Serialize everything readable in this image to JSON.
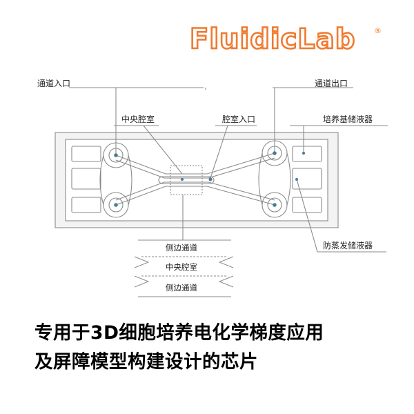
{
  "brand": {
    "logo_text": "FluidicLab",
    "registered_mark": "®",
    "color": "#f07a2f"
  },
  "labels": {
    "channel_inlet": "通道入口",
    "channel_outlet": "通道出口",
    "central_chamber": "中央腔室",
    "chamber_inlet": "腔室入口",
    "medium_reservoir": "培养基储液器",
    "anti_evap_reservoir": "防蒸发储液器"
  },
  "inset": {
    "top": "侧边通道",
    "middle": "中央腔室",
    "bottom": "侧边通道"
  },
  "caption": {
    "line1": "专用于3D细胞培养电化学梯度应用",
    "line2": "及屏障模型构建设计的芯片"
  },
  "colors": {
    "line": "#8a8a8a",
    "chip_fill": "#f3f3f3",
    "accent_dot": "#4a7a9a",
    "text": "#222222"
  }
}
